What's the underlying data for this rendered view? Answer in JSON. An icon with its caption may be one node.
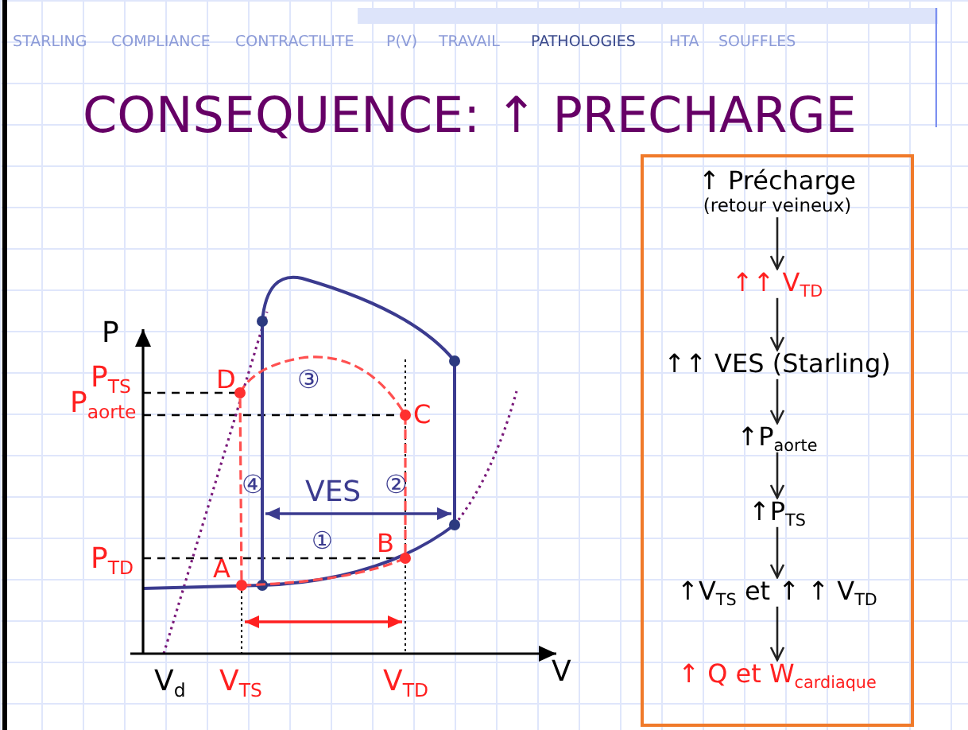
{
  "diagram": {
    "title": "CONSEQUENCE: ↑ PRECHARGE",
    "nodes": [
      {
        "text": [],
        "shape": "box"
      },
      {
        "text": [
          "↑ Précharge",
          "(retour veineux)"
        ],
        "in": 0
      },
      {
        "text": [
          "↑↑ V$_{TD}$"
        ],
        "in": 0
      },
      {
        "text": [
          "↑↑ VES (Starling)"
        ],
        "in": 0
      },
      {
        "text": [
          "↑P$_{aorte}$"
        ],
        "in": 0
      },
      {
        "text": [
          "↑P$_{TS}$"
        ],
        "in": 0
      },
      {
        "text": [
          "↑V$_{TS}$ et ↑ ↑ V$_{TD}$"
        ],
        "in": 0
      },
      {
        "text": [
          "↑ Q et W$_{cardiaque}$"
        ],
        "in": 0
      }
    ],
    "edges": [
      {
        "from": 1,
        "to": 2,
        "arrow": "to"
      },
      {
        "from": 2,
        "to": 3,
        "arrow": "to"
      },
      {
        "from": 3,
        "to": 4,
        "arrow": "to"
      },
      {
        "from": 4,
        "to": 5,
        "arrow": "to"
      },
      {
        "from": 5,
        "to": 6,
        "arrow": "to"
      },
      {
        "from": 6,
        "to": 7,
        "arrow": "to"
      }
    ],
    "labels": [
      "STARLING",
      "COMPLIANCE",
      "CONTRACTILITE",
      "P(V)",
      "TRAVAIL",
      "PATHOLOGIES",
      "HTA",
      "SOUFFLES",
      "P",
      "P$_{TS}$",
      "D",
      "③",
      "P$_{aorte}$",
      "C",
      "④",
      "VES",
      "②",
      "P$_{TD}$",
      "B",
      "A",
      "①",
      "V",
      "V$_{d}$",
      "V$_{TS}$",
      "V$_{TD}$"
    ]
  }
}
